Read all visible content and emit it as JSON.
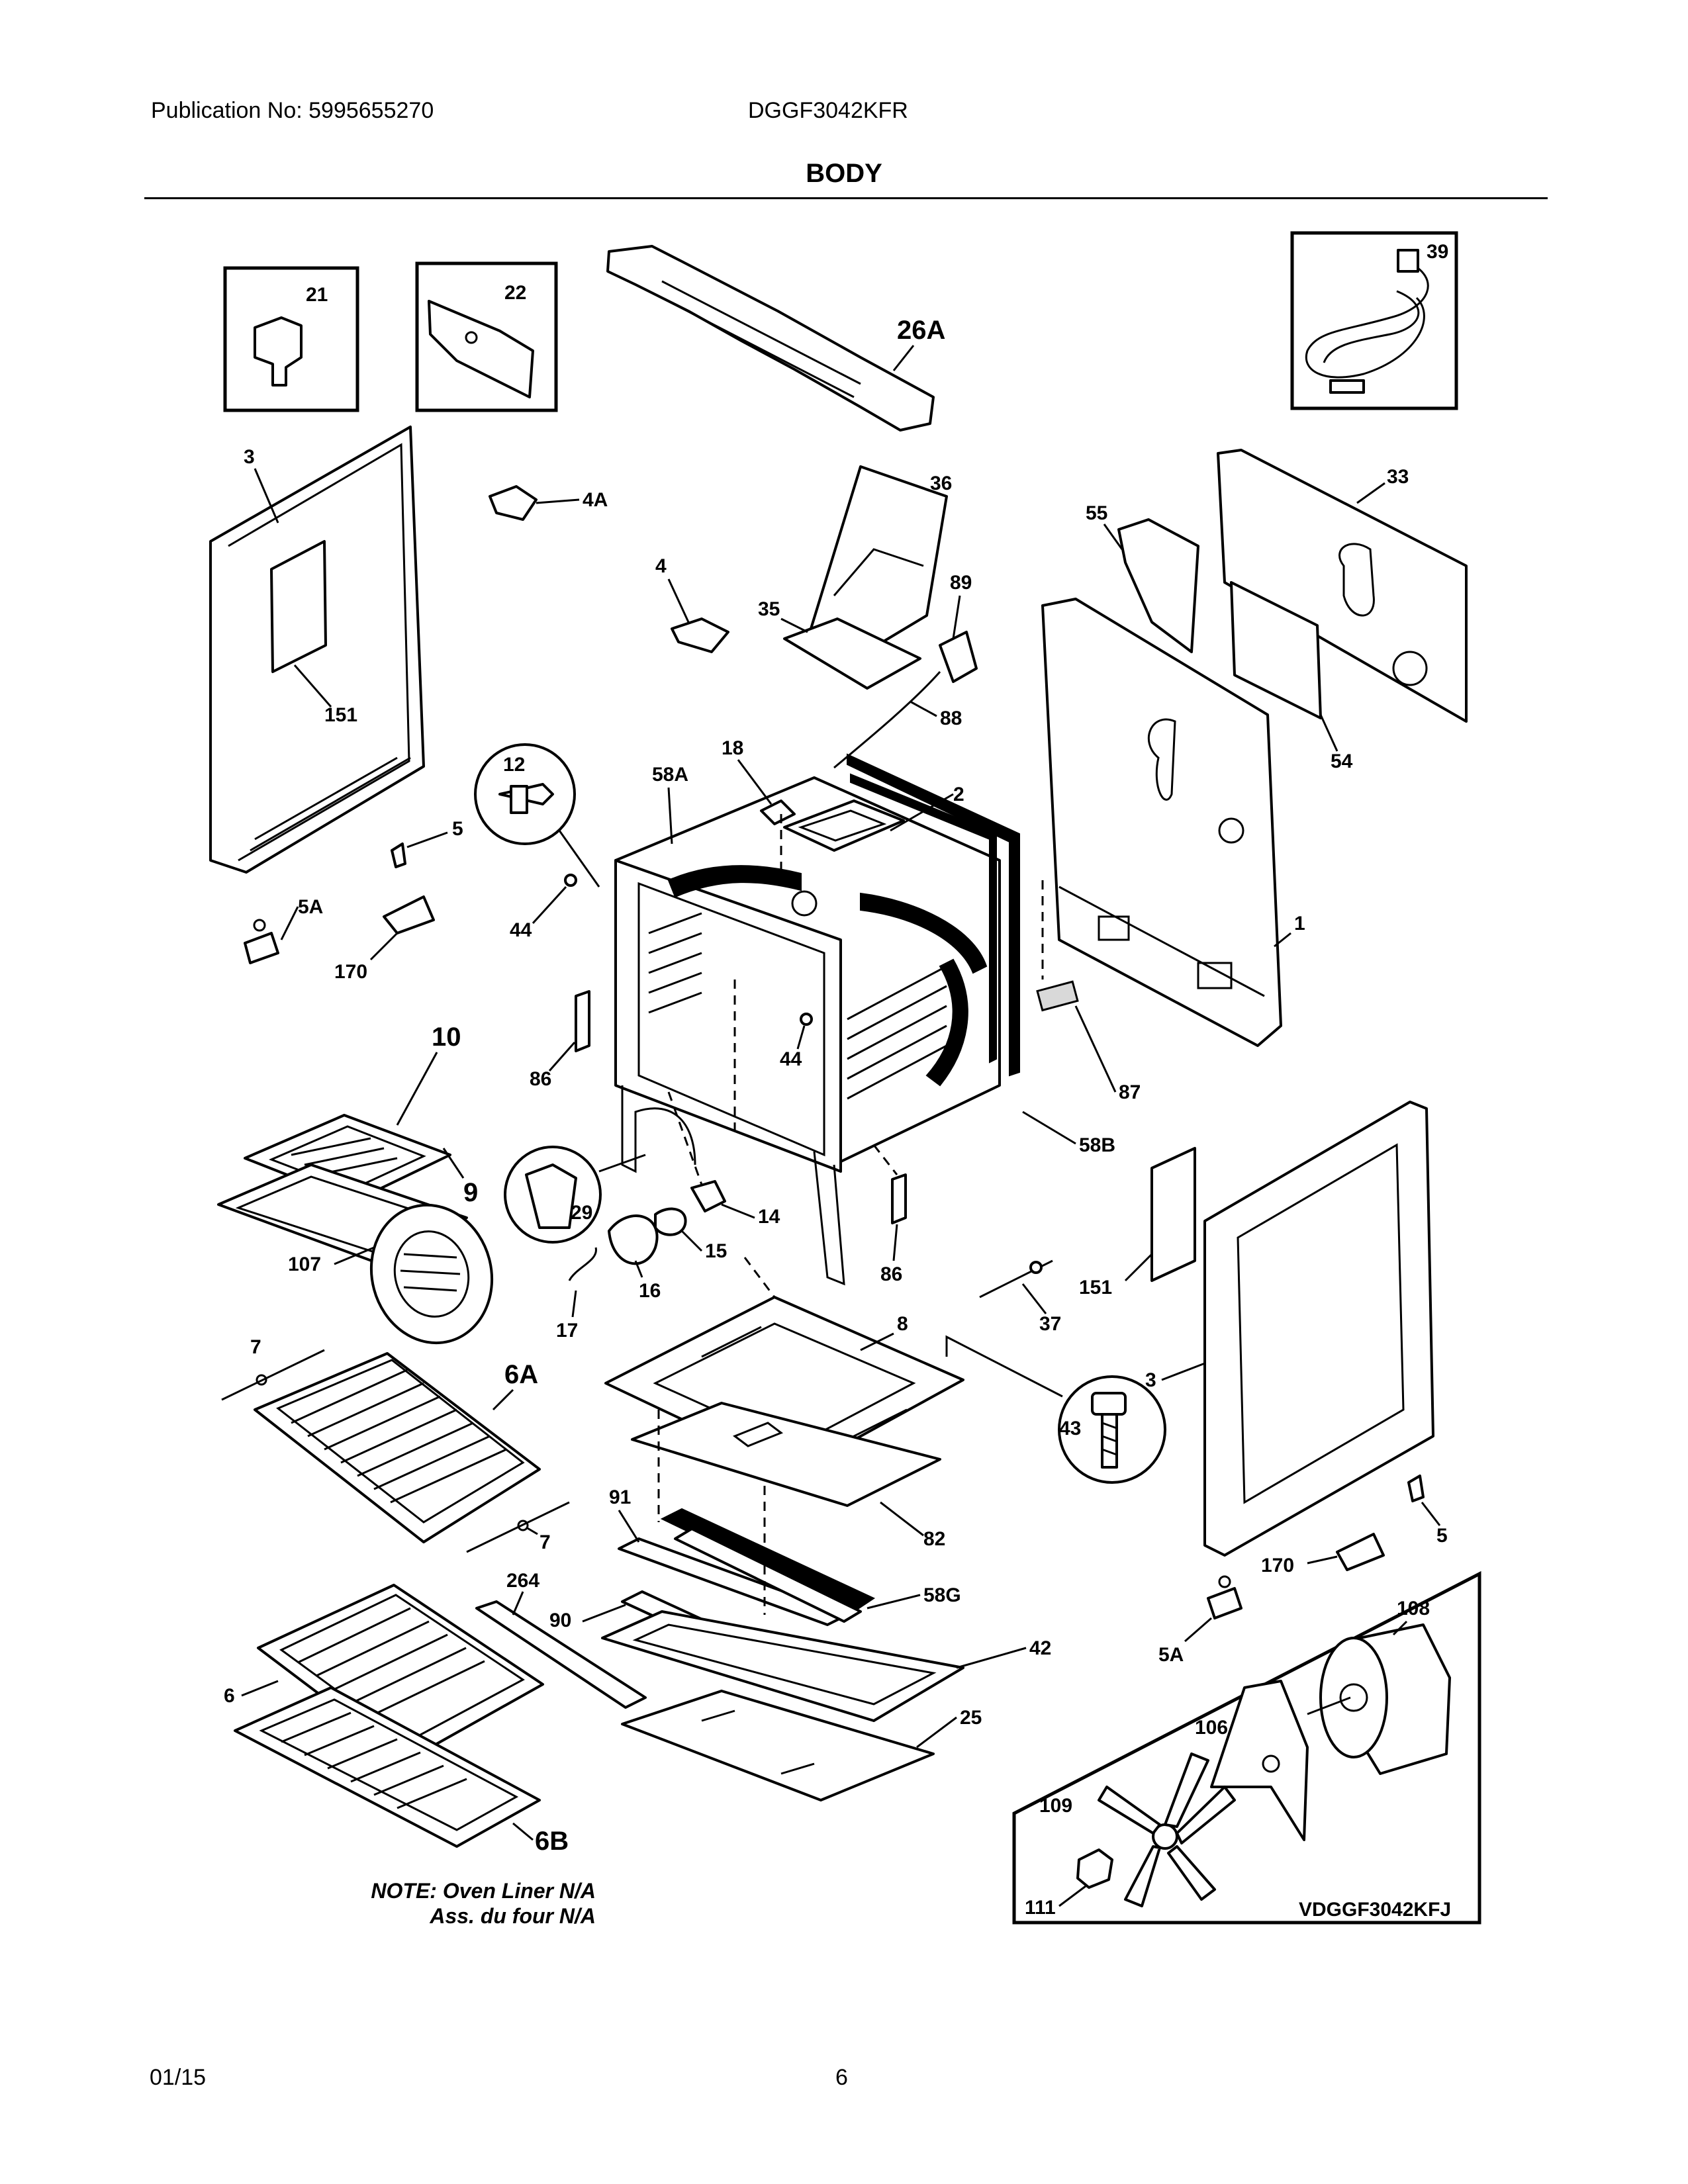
{
  "header": {
    "publication": "Publication No: 5995655270",
    "model": "DGGF3042KFR",
    "section": "BODY"
  },
  "diagram": {
    "callouts": {
      "c21": "21",
      "c22": "22",
      "c26A": "26A",
      "c39": "39",
      "c3a": "3",
      "c151a": "151",
      "c4A": "4A",
      "c4": "4",
      "c36": "36",
      "c35": "35",
      "c89": "89",
      "c88": "88",
      "c55": "55",
      "c33": "33",
      "c54": "54",
      "c1": "1",
      "c12": "12",
      "c58A": "58A",
      "c18": "18",
      "c2": "2",
      "c5a": "5",
      "c5Aa": "5A",
      "c170a": "170",
      "c44a": "44",
      "c44b": "44",
      "c87": "87",
      "c58B": "58B",
      "c86a": "86",
      "c86b": "86",
      "c10": "10",
      "c9": "9",
      "c29": "29",
      "c14": "14",
      "c15": "15",
      "c16": "16",
      "c17": "17",
      "c107": "107",
      "c37": "37",
      "c151b": "151",
      "c8": "8",
      "c7a": "7",
      "c6A": "6A",
      "c7b": "7",
      "c43": "43",
      "c3b": "3",
      "c5b": "5",
      "c170b": "170",
      "c5Ab": "5A",
      "c91": "91",
      "c82": "82",
      "c264": "264",
      "c90": "90",
      "c58G": "58G",
      "c42": "42",
      "c25": "25",
      "c6": "6",
      "c6B": "6B",
      "c108": "108",
      "c106": "106",
      "c109": "109",
      "c111": "111"
    },
    "inset_title": "VDGGF3042KFJ",
    "note_line1": "NOTE: Oven Liner N/A",
    "note_line2": "Ass. du four N/A"
  },
  "footer": {
    "date": "01/15",
    "page_number": "6"
  }
}
